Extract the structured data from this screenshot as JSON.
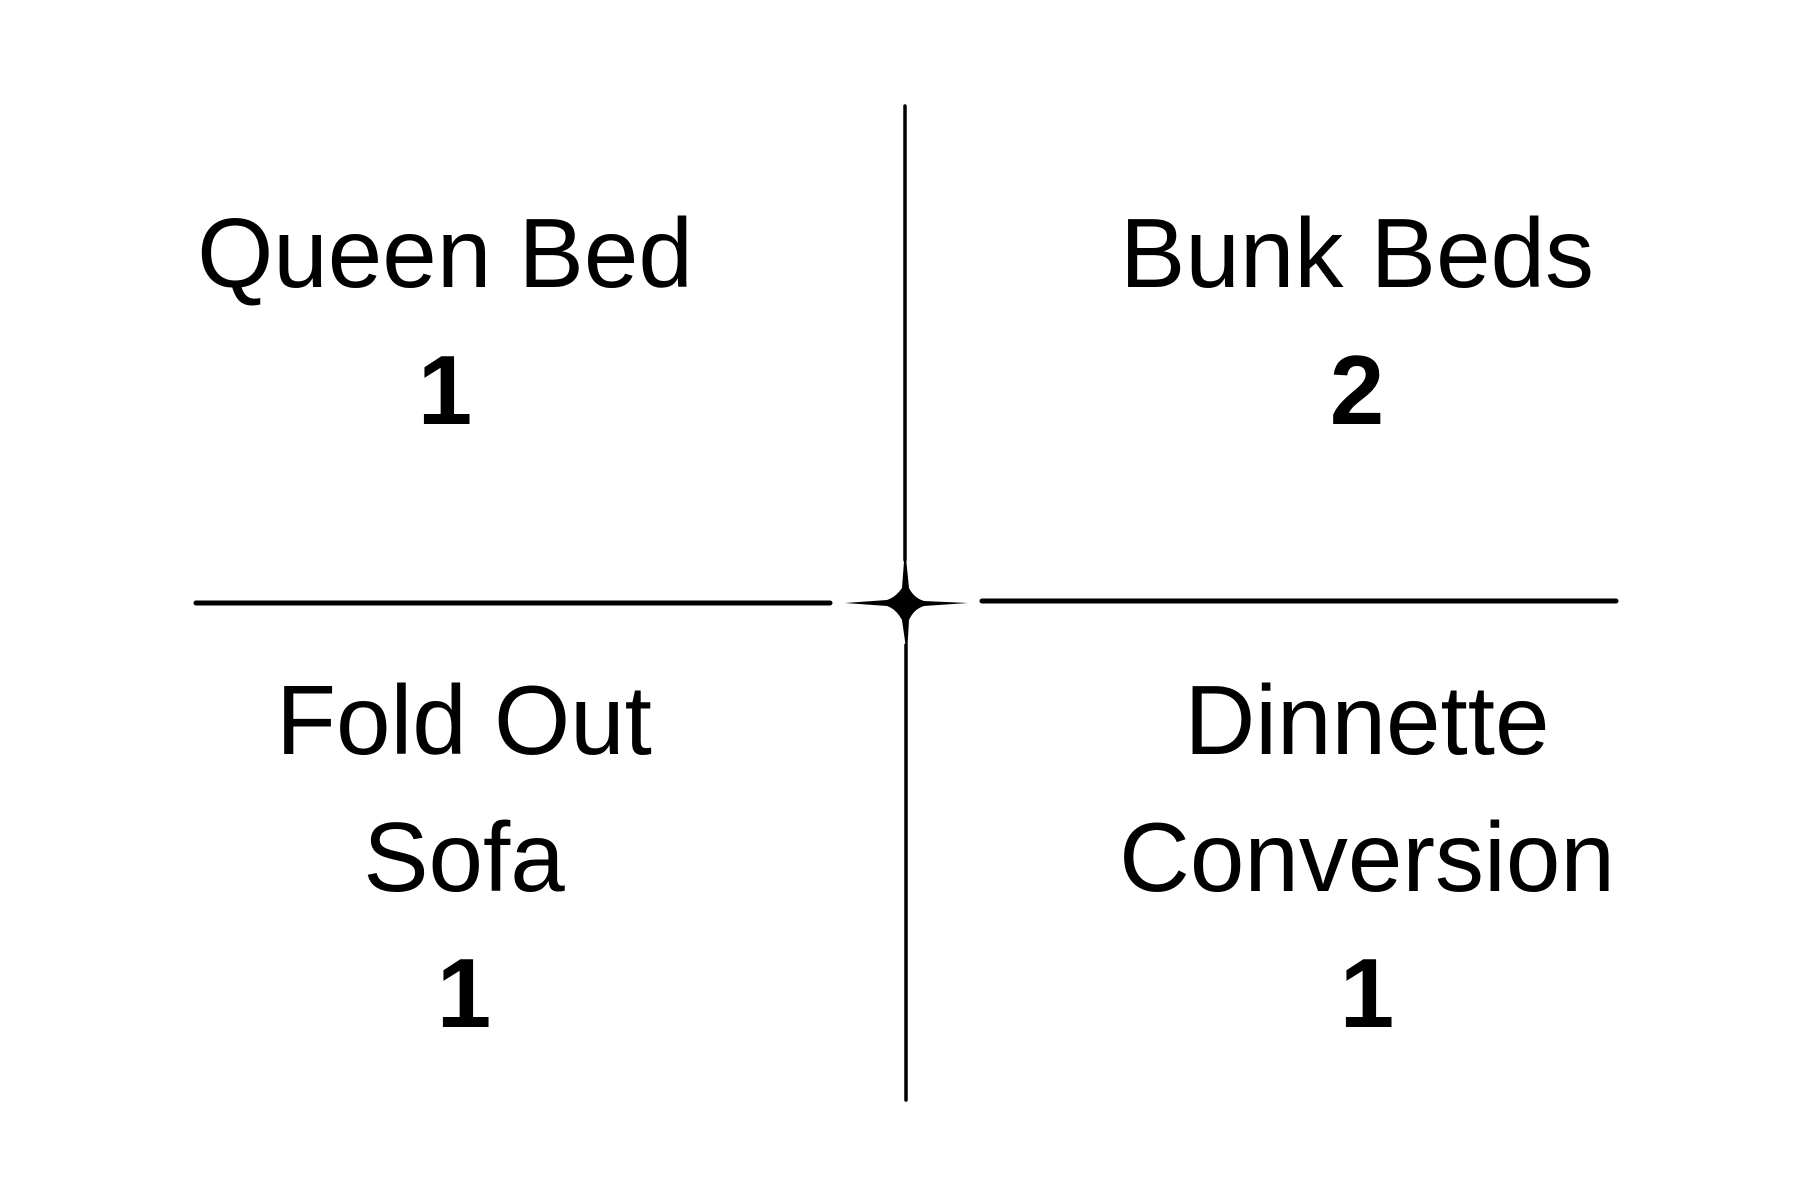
{
  "diagram": {
    "quadrants": [
      {
        "label_lines": [
          "Queen Bed"
        ],
        "count": "1"
      },
      {
        "label_lines": [
          "Bunk Beds"
        ],
        "count": "2"
      },
      {
        "label_lines": [
          "Fold Out",
          "Sofa"
        ],
        "count": "1"
      },
      {
        "label_lines": [
          "Dinnette",
          "Conversion"
        ],
        "count": "1"
      }
    ],
    "line_color": "#000000"
  }
}
